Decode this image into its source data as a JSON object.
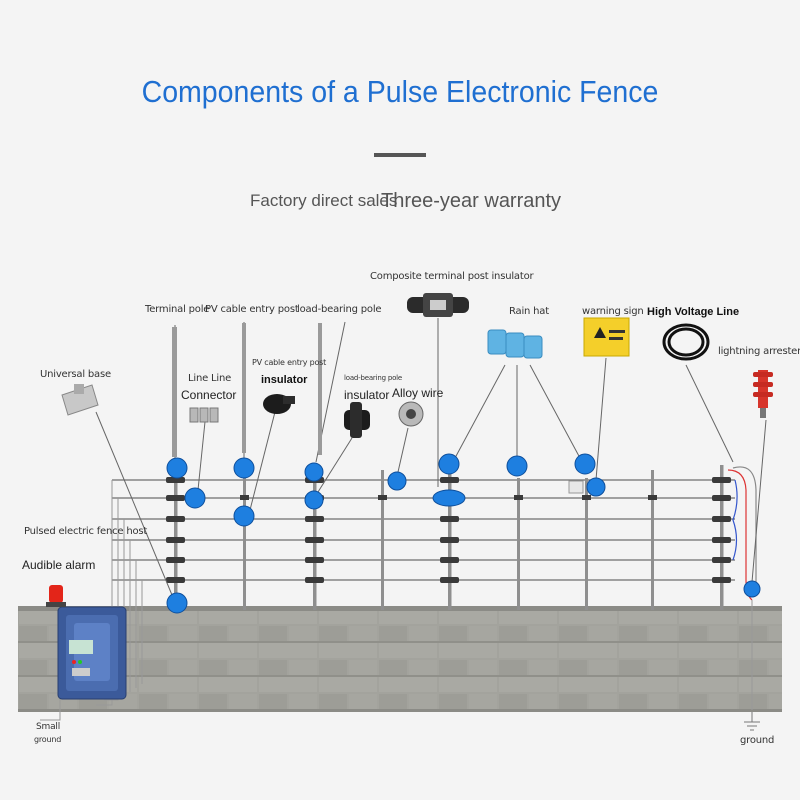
{
  "header": {
    "title": "Components of a Pulse Electronic Fence",
    "subtitle_left": "Factory direct sales",
    "subtitle_right": "Three-year warranty"
  },
  "labels": {
    "terminal_pole": "Terminal pole",
    "pv_cable_entry_post": "PV cable entry post",
    "load_bearing_pole": "load-bearing pole",
    "composite_insulator": "Composite terminal post insulator",
    "rain_hat": "Rain hat",
    "warning_sign": "warning sign",
    "high_voltage_line": "High Voltage Line",
    "lightning_arrester": "lightning arrester",
    "universal_base": "Universal base",
    "line_connector_1": "Line Line",
    "line_connector_2": "Connector",
    "pv_insulator_1": "PV cable entry post",
    "pv_insulator_2": "insulator",
    "lb_insulator_1": "load-bearing pole",
    "lb_insulator_2": "insulator",
    "alloy_wire": "Alloy wire",
    "host": "Pulsed electric fence host",
    "audible_alarm": "Audible alarm",
    "small_ground_1": "Small",
    "small_ground_2": "ground",
    "ground": "ground"
  },
  "colors": {
    "title": "#1f6fd1",
    "marker": "#1e7fe0",
    "wall": "#9c9c96",
    "host": "#3b5a9a"
  }
}
